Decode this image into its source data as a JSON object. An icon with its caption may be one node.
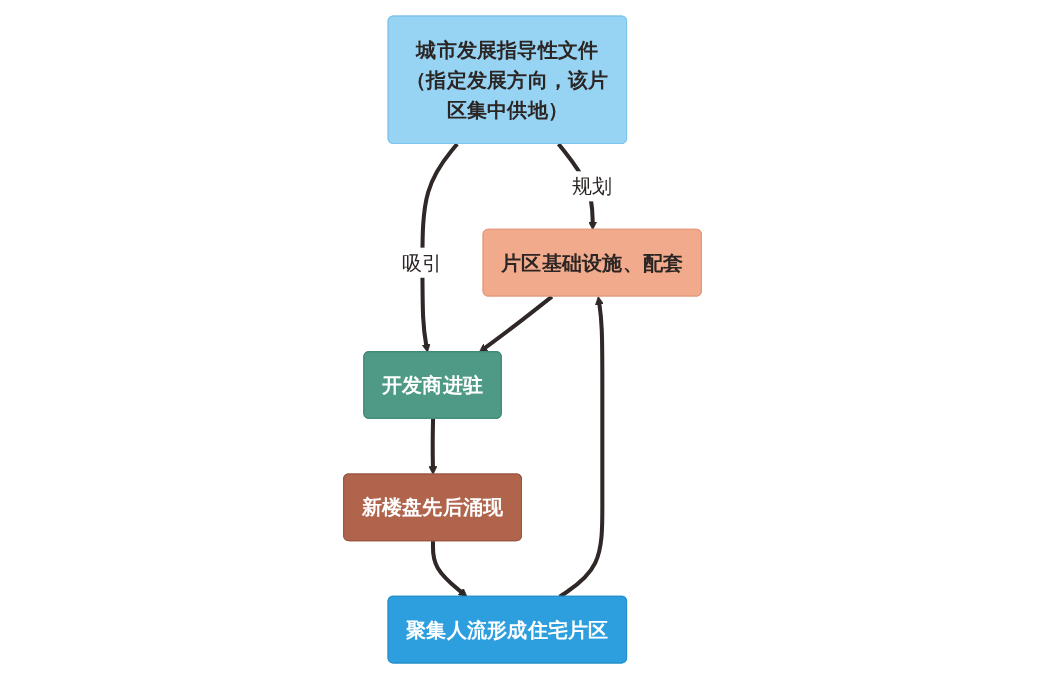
{
  "diagram": {
    "nodes": [
      {
        "text": [
          "城市发展指导性文件",
          "（指定发展方向，该片区集中供地）"
        ]
      },
      {
        "text": [
          "片区基础设施、配套"
        ]
      },
      {
        "text": [
          "开发商进驻"
        ]
      },
      {
        "text": [
          "新楼盘先后涌现"
        ]
      },
      {
        "text": [
          "聚集人流形成住宅片区"
        ]
      }
    ],
    "edges": [
      {
        "from": 0,
        "to": 1,
        "arrow": "to",
        "label": "规划"
      },
      {
        "from": 0,
        "to": 2,
        "arrow": "to",
        "label": "吸引"
      },
      {
        "from": 1,
        "to": 2,
        "arrow": "to"
      },
      {
        "from": 2,
        "to": 3,
        "arrow": "to"
      },
      {
        "from": 3,
        "to": 4,
        "arrow": "to"
      },
      {
        "from": 4,
        "to": 1,
        "arrow": "to"
      }
    ]
  }
}
